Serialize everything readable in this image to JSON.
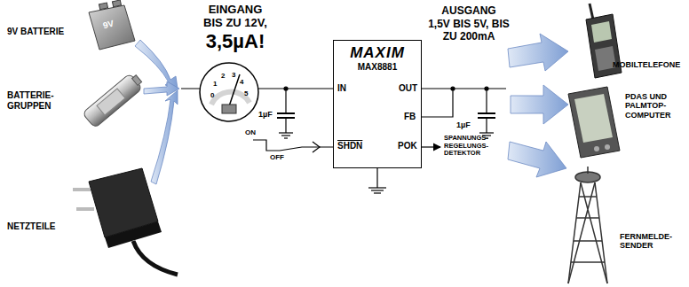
{
  "diagram": {
    "nodes": [
      {
        "text": [
          "MAXIM",
          "MAX8881"
        ]
      }
    ],
    "labels": [
      "9V BATTERIE",
      "9V",
      "BATTERIE- GRUPPEN",
      "NETZTEILE",
      "EINGANG",
      "BIS ZU 12V,",
      "3,5µA!",
      "0",
      "1",
      "2",
      "3",
      "4",
      "5",
      "1µF",
      "IN",
      "OUT",
      "FB",
      "SHDN",
      "POK",
      "ON",
      "OFF",
      "SPANNUNGS- REGELUNGS- DETEKTOR",
      "1µF",
      "AUSGANG",
      "1,5V BIS 5V, BIS ZU 200mA",
      "MOBILTELEFONE",
      "PDAS UND PALMTOP- COMPUTER",
      "FERNMELDE- SENDER"
    ]
  }
}
